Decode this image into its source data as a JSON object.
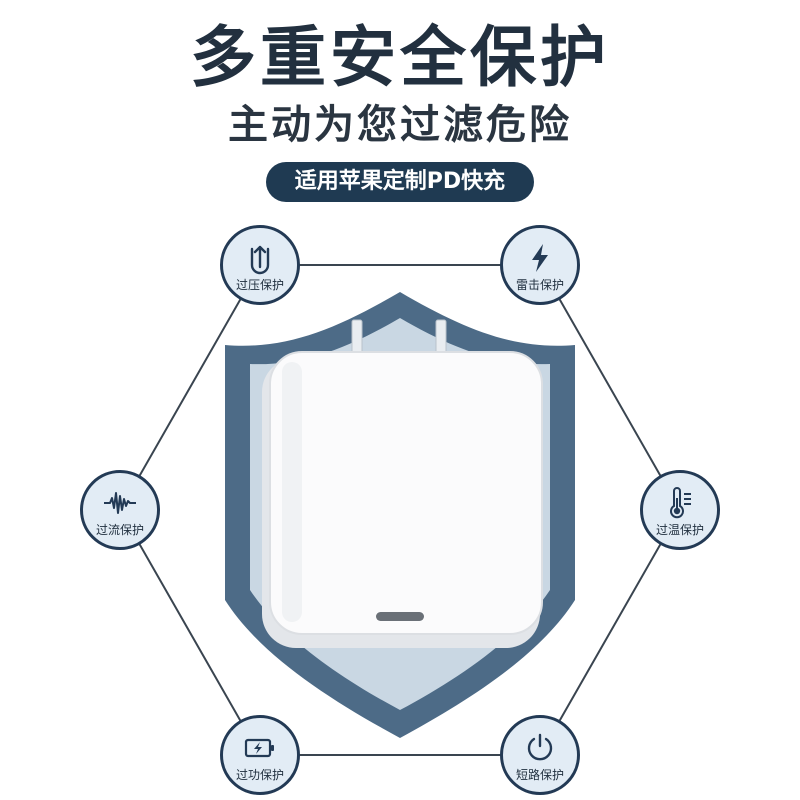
{
  "header": {
    "title": "多重安全保护",
    "subtitle": "主动为您过滤危险",
    "badge": "适用苹果定制PD快充"
  },
  "features": [
    {
      "label": "过压保护",
      "icon": "upload-arrow-icon"
    },
    {
      "label": "雷击保护",
      "icon": "lightning-icon"
    },
    {
      "label": "过流保护",
      "icon": "waveform-icon"
    },
    {
      "label": "过温保护",
      "icon": "thermometer-icon"
    },
    {
      "label": "过功保护",
      "icon": "battery-charging-icon"
    },
    {
      "label": "短路保护",
      "icon": "power-icon"
    }
  ],
  "colors": {
    "title": "#22303f",
    "badge_bg": "#1f3a52",
    "node_fill": "#e2ecf5",
    "node_border": "#233a55",
    "shield": "#4d6b87",
    "shield_inner": "#c9d7e3"
  }
}
